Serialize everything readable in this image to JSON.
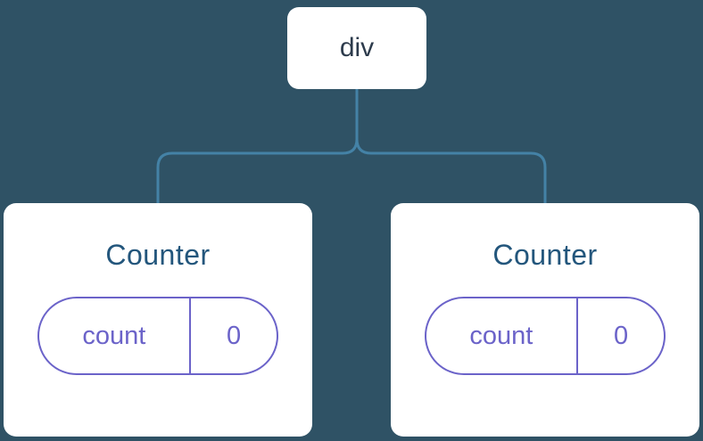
{
  "diagram": {
    "root": {
      "label": "div"
    },
    "counters": [
      {
        "title": "Counter",
        "state": {
          "key": "count",
          "value": "0"
        }
      },
      {
        "title": "Counter",
        "state": {
          "key": "count",
          "value": "0"
        }
      }
    ]
  },
  "colors": {
    "background": "#2f5265",
    "connector": "#4482a6",
    "card_bg": "#ffffff",
    "node_text": "#2d3b4c",
    "title": "#23567c",
    "state": "#6b63c9"
  }
}
